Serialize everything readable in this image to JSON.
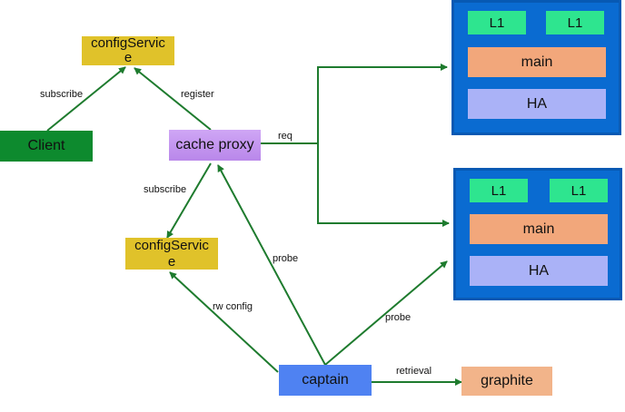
{
  "nodes": {
    "config_service_top": "configServic\ne",
    "client": "Client",
    "cache_proxy": "cache proxy",
    "config_service_mid": "configServic\ne",
    "captain": "captain",
    "graphite": "graphite",
    "cluster_top": {
      "l1_a": "L1",
      "l1_b": "L1",
      "main": "main",
      "ha": "HA"
    },
    "cluster_bottom": {
      "l1_a": "L1",
      "l1_b": "L1",
      "main": "main",
      "ha": "HA"
    }
  },
  "edges": {
    "subscribe_top": "subscribe",
    "register": "register",
    "req": "req",
    "subscribe_mid": "subscribe",
    "probe_proxy": "probe",
    "rw_config": "rw config",
    "probe_cluster": "probe",
    "retrieval": "retrieval"
  },
  "colors": {
    "config_service": "#e0c22a",
    "client": "#0d8a2e",
    "cache_proxy": "#c69af0",
    "captain": "#4f82f2",
    "graphite": "#f2b48a",
    "panel": "#0a6bd1",
    "arrow": "#1e7b2e"
  }
}
